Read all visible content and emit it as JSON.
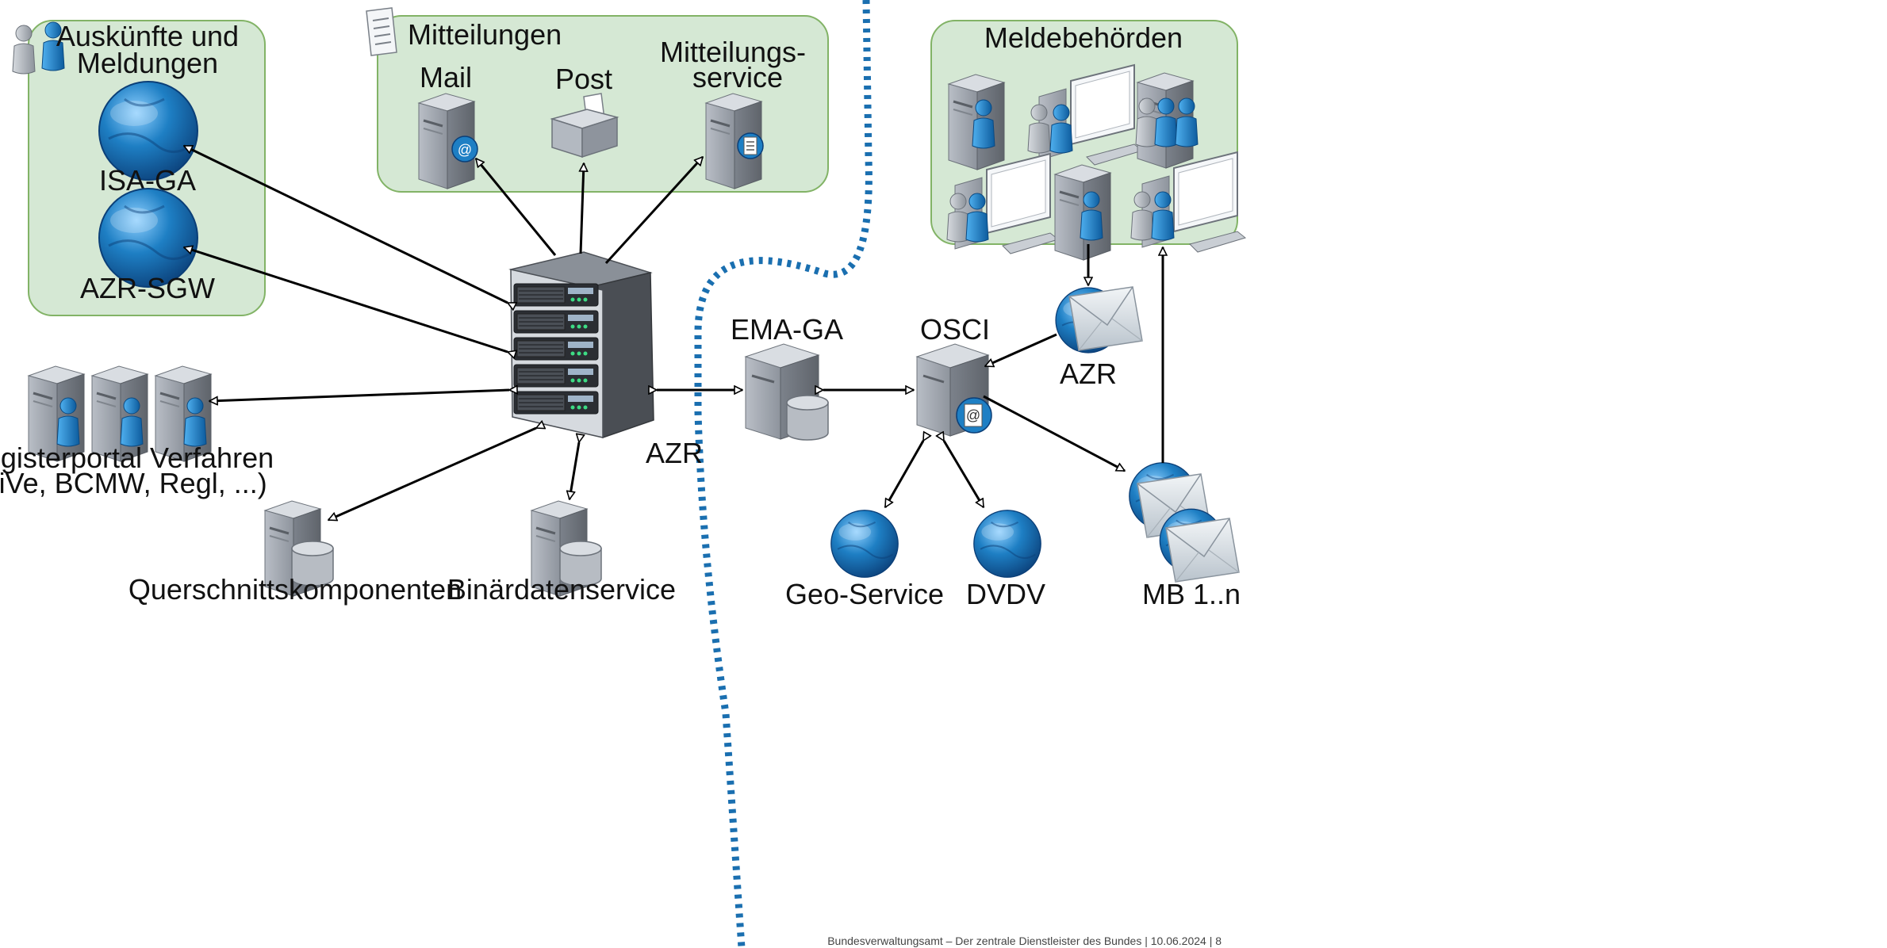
{
  "groups": {
    "auskuenfte": {
      "title_line1": "Auskünfte und",
      "title_line2": "Meldungen"
    },
    "mitteilungen": {
      "title": "Mitteilungen"
    },
    "meldebehoerden": {
      "title": "Meldebehörden"
    }
  },
  "nodes": {
    "isa_ga": "ISA-GA",
    "azr_sgw": "AZR-SGW",
    "mail": "Mail",
    "post": "Post",
    "mitteilungsservice_line1": "Mitteilungs-",
    "mitteilungsservice_line2": "service",
    "registerportal_line1": "Registerportal Verfahren",
    "registerportal_line2": "(ViVe, BCMW, Regl, ...)",
    "querschnitt": "Querschnittskomponenten",
    "binaer": "Binärdatenservice",
    "azr_main": "AZR",
    "ema_ga": "EMA-GA",
    "osci": "OSCI",
    "azr_mail": "AZR",
    "geo": "Geo-Service",
    "dvdv": "DVDV",
    "mb": "MB 1..n"
  },
  "footer": "Bundesverwaltungsamt – Der zentrale Dienstleister des Bundes | 10.06.2024 | 8",
  "colors": {
    "group_fill": "#d5e8d4",
    "group_stroke": "#82b366",
    "globe": "#1e7fc4",
    "divider": "#1a6fb0"
  }
}
